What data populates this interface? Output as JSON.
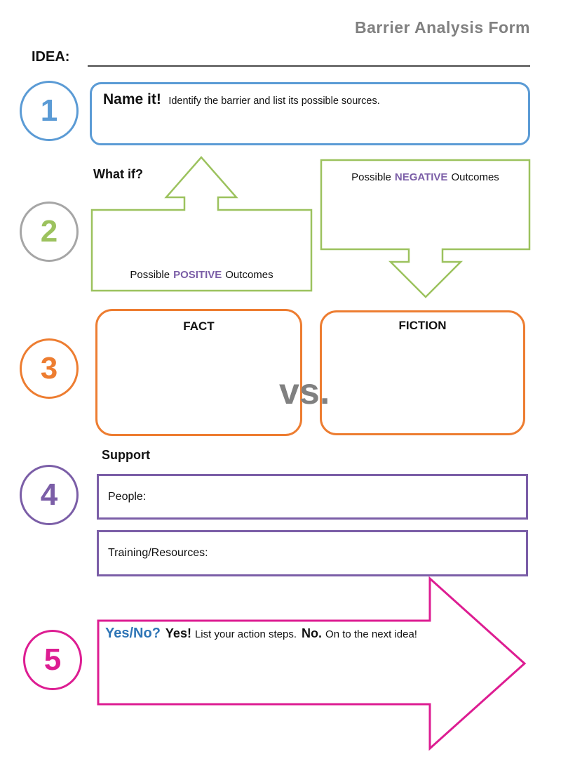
{
  "title": "Barrier Analysis Form",
  "idea": {
    "label": "IDEA:"
  },
  "colors": {
    "blue": "#5B9BD5",
    "green": "#9CC25E",
    "gray_circle": "#A6A6A6",
    "orange": "#ED7D31",
    "purple": "#7B5EA7",
    "pink": "#DD1D92",
    "title_gray": "#808080",
    "prompt_blue": "#2E75B6"
  },
  "steps": {
    "step1": {
      "number": "1",
      "heading": "Name it!",
      "description": "Identify the barrier and list its possible sources."
    },
    "step2": {
      "number": "2",
      "question": "What if?",
      "positive": {
        "prefix": "Possible",
        "keyword": "POSITIVE",
        "suffix": "Outcomes"
      },
      "negative": {
        "prefix": "Possible",
        "keyword": "NEGATIVE",
        "suffix": "Outcomes"
      }
    },
    "step3": {
      "number": "3",
      "fact": "FACT",
      "fiction": "FICTION",
      "versus": "vs."
    },
    "step4": {
      "number": "4",
      "heading": "Support",
      "people": "People:",
      "training": "Training/Resources:"
    },
    "step5": {
      "number": "5",
      "prompt": "Yes/No?",
      "yes": "Yes!",
      "yes_instruction": "List your action steps.",
      "no": "No.",
      "no_instruction": "On to the next idea!"
    }
  }
}
